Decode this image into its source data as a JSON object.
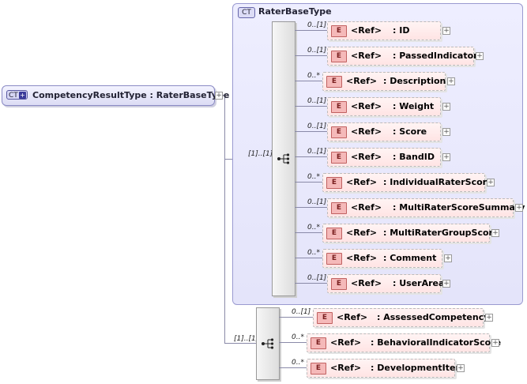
{
  "root": {
    "tag": "CT",
    "label": "CompetencyResultType : RaterBaseType"
  },
  "base_group": {
    "tag": "CT",
    "title": "RaterBaseType",
    "cardinality": "[1]..[1]"
  },
  "base_elements": [
    {
      "card": "0..[1]",
      "ref": "<Ref>",
      "name": ": ID"
    },
    {
      "card": "0..[1]",
      "ref": "<Ref>",
      "name": ": PassedIndicator"
    },
    {
      "card": "0..*",
      "ref": "<Ref>",
      "name": ": Description"
    },
    {
      "card": "0..[1]",
      "ref": "<Ref>",
      "name": ": Weight"
    },
    {
      "card": "0..[1]",
      "ref": "<Ref>",
      "name": ": Score"
    },
    {
      "card": "0..[1]",
      "ref": "<Ref>",
      "name": ": BandID"
    },
    {
      "card": "0..*",
      "ref": "<Ref>",
      "name": ": IndividualRaterScore"
    },
    {
      "card": "0..[1]",
      "ref": "<Ref>",
      "name": ": MultiRaterScoreSummary"
    },
    {
      "card": "0..*",
      "ref": "<Ref>",
      "name": ": MultiRaterGroupScore"
    },
    {
      "card": "0..*",
      "ref": "<Ref>",
      "name": ": Comment"
    },
    {
      "card": "0..[1]",
      "ref": "<Ref>",
      "name": ": UserArea"
    }
  ],
  "ext_group": {
    "cardinality": "[1]..[1]"
  },
  "ext_elements": [
    {
      "card": "0..[1]",
      "ref": "<Ref>",
      "name": ": AssessedCompetency"
    },
    {
      "card": "0..*",
      "ref": "<Ref>",
      "name": ": BehavioralIndicatorScore"
    },
    {
      "card": "0..*",
      "ref": "<Ref>",
      "name": ": DevelopmentItem"
    }
  ],
  "icons": {
    "element_tag": "E",
    "expand": "+",
    "sequence": "sequence-icon"
  }
}
